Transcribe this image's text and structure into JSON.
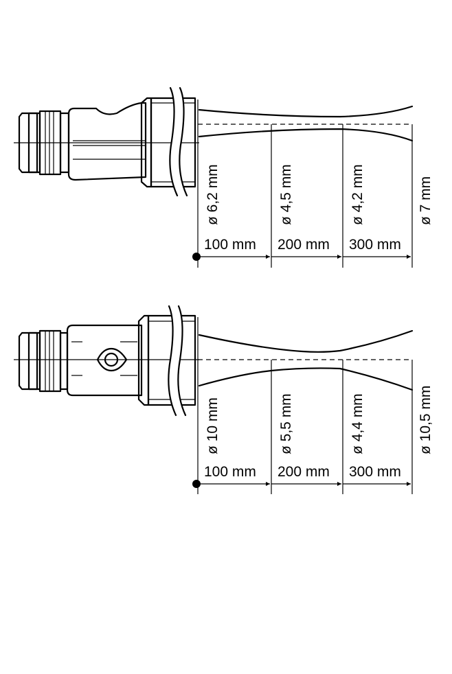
{
  "diagrams": [
    {
      "diameters": [
        "ø 6,2 mm",
        "ø 4,5 mm",
        "ø 4,2 mm",
        "ø 7 mm"
      ],
      "distances": [
        "100 mm",
        "200 mm",
        "300 mm"
      ]
    },
    {
      "diameters": [
        "ø 10 mm",
        "ø 5,5 mm",
        "ø 4,4 mm",
        "ø 10,5 mm"
      ],
      "distances": [
        "100 mm",
        "200 mm",
        "300 mm"
      ]
    }
  ]
}
